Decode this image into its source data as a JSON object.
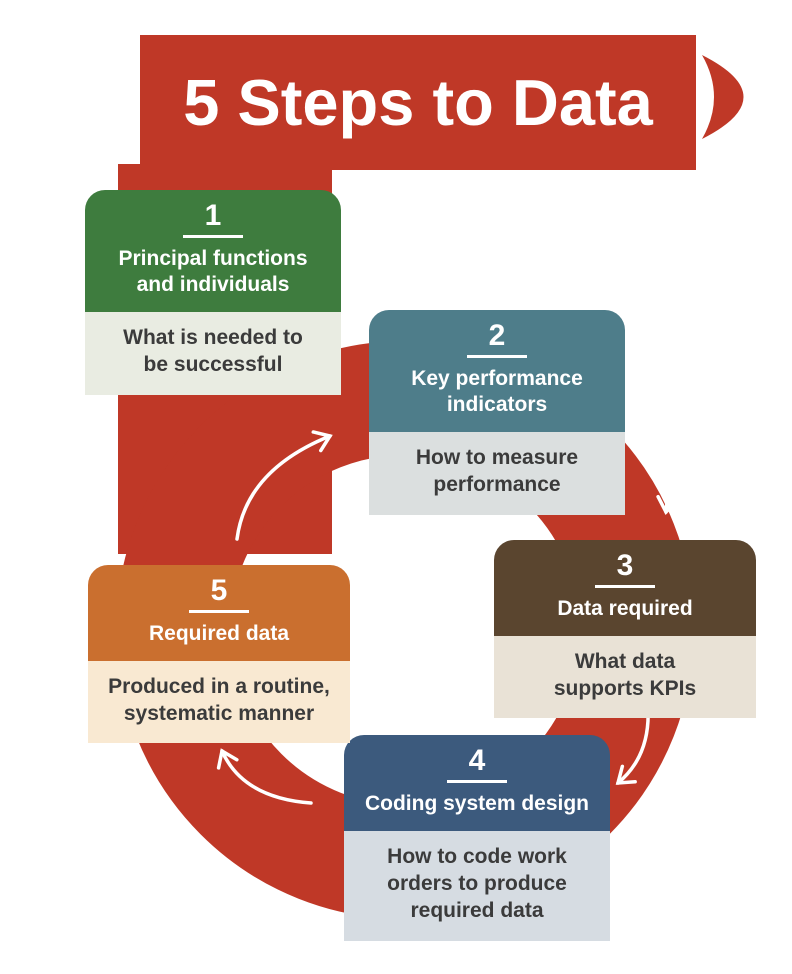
{
  "title": "5 Steps to Data",
  "colors": {
    "red": "#bf3827",
    "arrow": "#ffffff",
    "step1_header": "#3e7c3e",
    "step1_body": "#e9ece2",
    "step2_header": "#4e7d8a",
    "step2_body": "#dbdfdf",
    "step3_header": "#5a452f",
    "step3_body": "#e9e2d6",
    "step4_header": "#3c5a7d",
    "step4_body": "#d6dce2",
    "step5_header": "#ca6f2f",
    "step5_body": "#f9e9d2",
    "body_text": "#3b3b3b"
  },
  "icons": {
    "flow_arrow": "curved-white-arrow"
  },
  "steps": [
    {
      "number": "1",
      "title": "Principal functions and individuals",
      "body": "What is needed to be successful"
    },
    {
      "number": "2",
      "title": "Key performance indicators",
      "body": "How to measure performance"
    },
    {
      "number": "3",
      "title": "Data required",
      "body": "What data supports KPIs"
    },
    {
      "number": "4",
      "title": "Coding system design",
      "body": "How to code work orders to produce required data"
    },
    {
      "number": "5",
      "title": "Required data",
      "body": "Produced in a routine, systematic manner"
    }
  ]
}
